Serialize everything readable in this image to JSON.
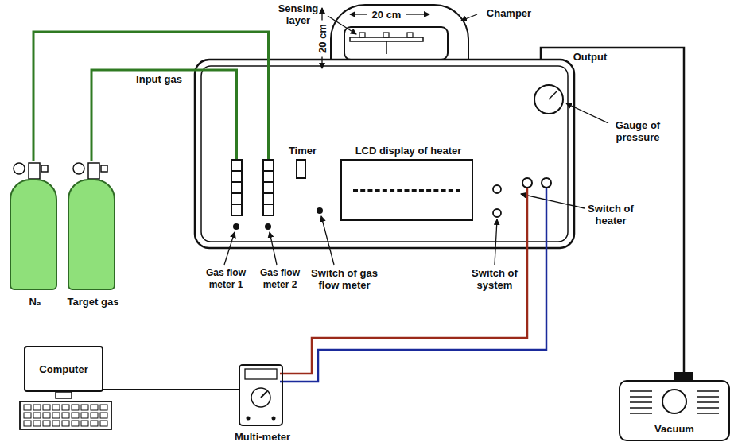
{
  "diagram": {
    "nodes": [
      {
        "text": [
          "Champer"
        ]
      },
      {
        "text": [
          "N₂"
        ]
      },
      {
        "text": [
          "Target gas"
        ]
      },
      {
        "text": [
          "Gas flow meter 1"
        ]
      },
      {
        "text": [
          "Gas flow meter 2"
        ]
      },
      {
        "text": [
          "Timer"
        ]
      },
      {
        "text": [
          "LCD display of heater"
        ]
      },
      {
        "text": [
          "Vacuum"
        ]
      },
      {
        "text": [
          "Computer"
        ]
      },
      {
        "text": [
          "Multi-meter"
        ]
      }
    ],
    "edges": [
      {
        "from": 1,
        "to": 4,
        "arrow": "none"
      },
      {
        "from": 2,
        "to": 3,
        "arrow": "none"
      },
      {
        "from": 8,
        "to": 9,
        "arrow": "none"
      }
    ],
    "labels": [
      "Sensing layer",
      "20 cm",
      "20 cm",
      "Input gas",
      "Output",
      "Gauge of pressure",
      "Switch of heater",
      "Switch of gas flow meter",
      "Switch of system"
    ]
  }
}
